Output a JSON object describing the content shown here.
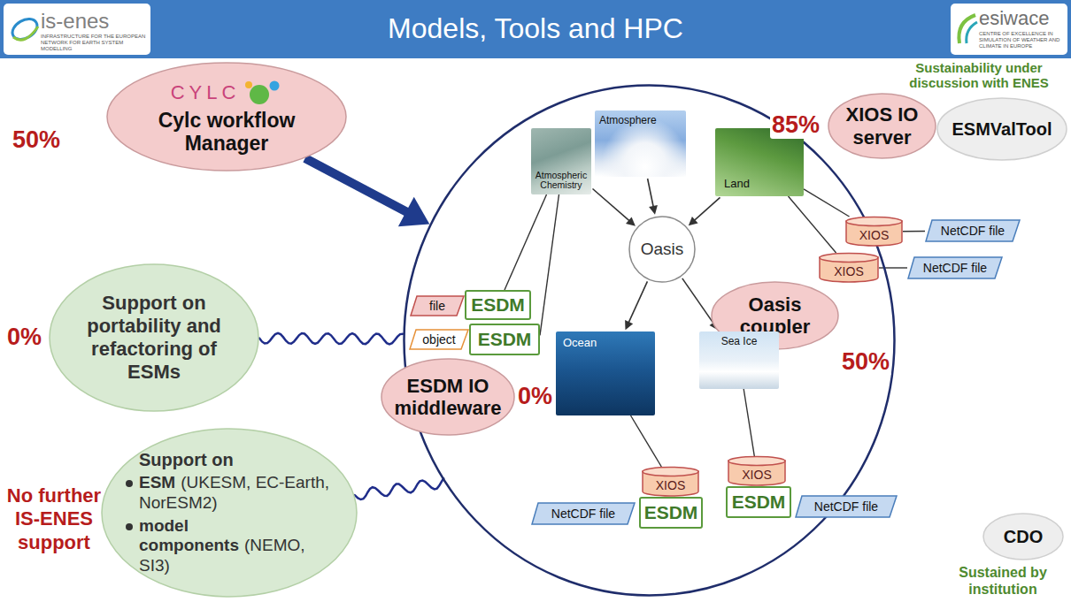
{
  "diagram": {
    "title": "Models, Tools and HPC",
    "nodes": [
      {
        "text": [
          "CYLC",
          "Cylc workflow Manager"
        ]
      },
      {
        "text": [
          "Support on portability and refactoring of ESMs"
        ]
      },
      {
        "text": [
          "Support on",
          "ESM",
          "(UKESM, EC-Earth, NorESM2)",
          "model components",
          "(NEMO, SI3)"
        ]
      },
      {
        "text": []
      },
      {
        "text": [
          "Atmospheric Chemistry"
        ],
        "in": 3
      },
      {
        "text": [
          "Atmosphere"
        ],
        "in": 3
      },
      {
        "text": [
          "Land"
        ],
        "in": 3
      },
      {
        "text": [
          "XIOS IO server"
        ]
      },
      {
        "text": [
          "Oasis"
        ],
        "in": 3
      },
      {
        "text": [
          "XIOS"
        ],
        "in": 3
      },
      {
        "text": [
          "NetCDF file"
        ]
      },
      {
        "text": [
          "XIOS"
        ],
        "in": 3
      },
      {
        "text": [
          "NetCDF file"
        ]
      },
      {
        "text": [
          "Oasis coupler"
        ],
        "in": 3
      },
      {
        "text": [
          "file"
        ],
        "in": 3
      },
      {
        "text": [
          "ESDM"
        ],
        "in": 3
      },
      {
        "text": [
          "object"
        ],
        "in": 3
      },
      {
        "text": [
          "ESDM"
        ],
        "in": 3
      },
      {
        "text": [
          "ESDM IO middleware"
        ],
        "in": 3
      },
      {
        "text": [
          "Ocean"
        ],
        "in": 3
      },
      {
        "text": [
          "Sea Ice"
        ],
        "in": 3
      },
      {
        "text": [
          "XIOS"
        ],
        "in": 3
      },
      {
        "text": [
          "ESDM"
        ],
        "in": 3
      },
      {
        "text": [
          "NetCDF file"
        ],
        "in": 3
      },
      {
        "text": [
          "XIOS"
        ],
        "in": 3
      },
      {
        "text": [
          "ESDM"
        ],
        "in": 3
      },
      {
        "text": [
          "NetCDF file"
        ]
      },
      {
        "text": [
          "ESMValTool"
        ]
      },
      {
        "text": [
          "CDO"
        ]
      }
    ],
    "edges": [
      {
        "from": 0,
        "to": 3,
        "arrow": "to"
      },
      {
        "from": 1,
        "to": 3,
        "arrow": "none"
      },
      {
        "from": 2,
        "to": 3,
        "arrow": "none"
      },
      {
        "from": 4,
        "to": 8,
        "arrow": "to"
      },
      {
        "from": 5,
        "to": 8,
        "arrow": "to"
      },
      {
        "from": 6,
        "to": 8,
        "arrow": "to"
      },
      {
        "from": 8,
        "to": 19,
        "arrow": "to"
      },
      {
        "from": 8,
        "to": 20,
        "arrow": "to"
      },
      {
        "from": 4,
        "to": 15,
        "arrow": "none"
      },
      {
        "from": 4,
        "to": 17,
        "arrow": "none"
      },
      {
        "from": 6,
        "to": 9,
        "arrow": "none"
      },
      {
        "from": 6,
        "to": 11,
        "arrow": "none"
      },
      {
        "from": 9,
        "to": 10,
        "arrow": "none"
      },
      {
        "from": 11,
        "to": 12,
        "arrow": "none"
      },
      {
        "from": 19,
        "to": 21,
        "arrow": "none"
      },
      {
        "from": 20,
        "to": 24,
        "arrow": "none"
      }
    ],
    "labels": [
      "is-enes",
      "INFRASTRUCTURE FOR THE EUROPEAN NETWORK FOR EARTH SYSTEM MODELLING",
      "esiwace",
      "CENTRE OF EXCELLENCE IN SIMULATION OF WEATHER AND CLIMATE IN EUROPE",
      "50%",
      "0%",
      "No further IS-ENES support",
      "Sustainability under discussion with ENES",
      "85%",
      "50%",
      "0%",
      "Sustained by institution"
    ]
  }
}
